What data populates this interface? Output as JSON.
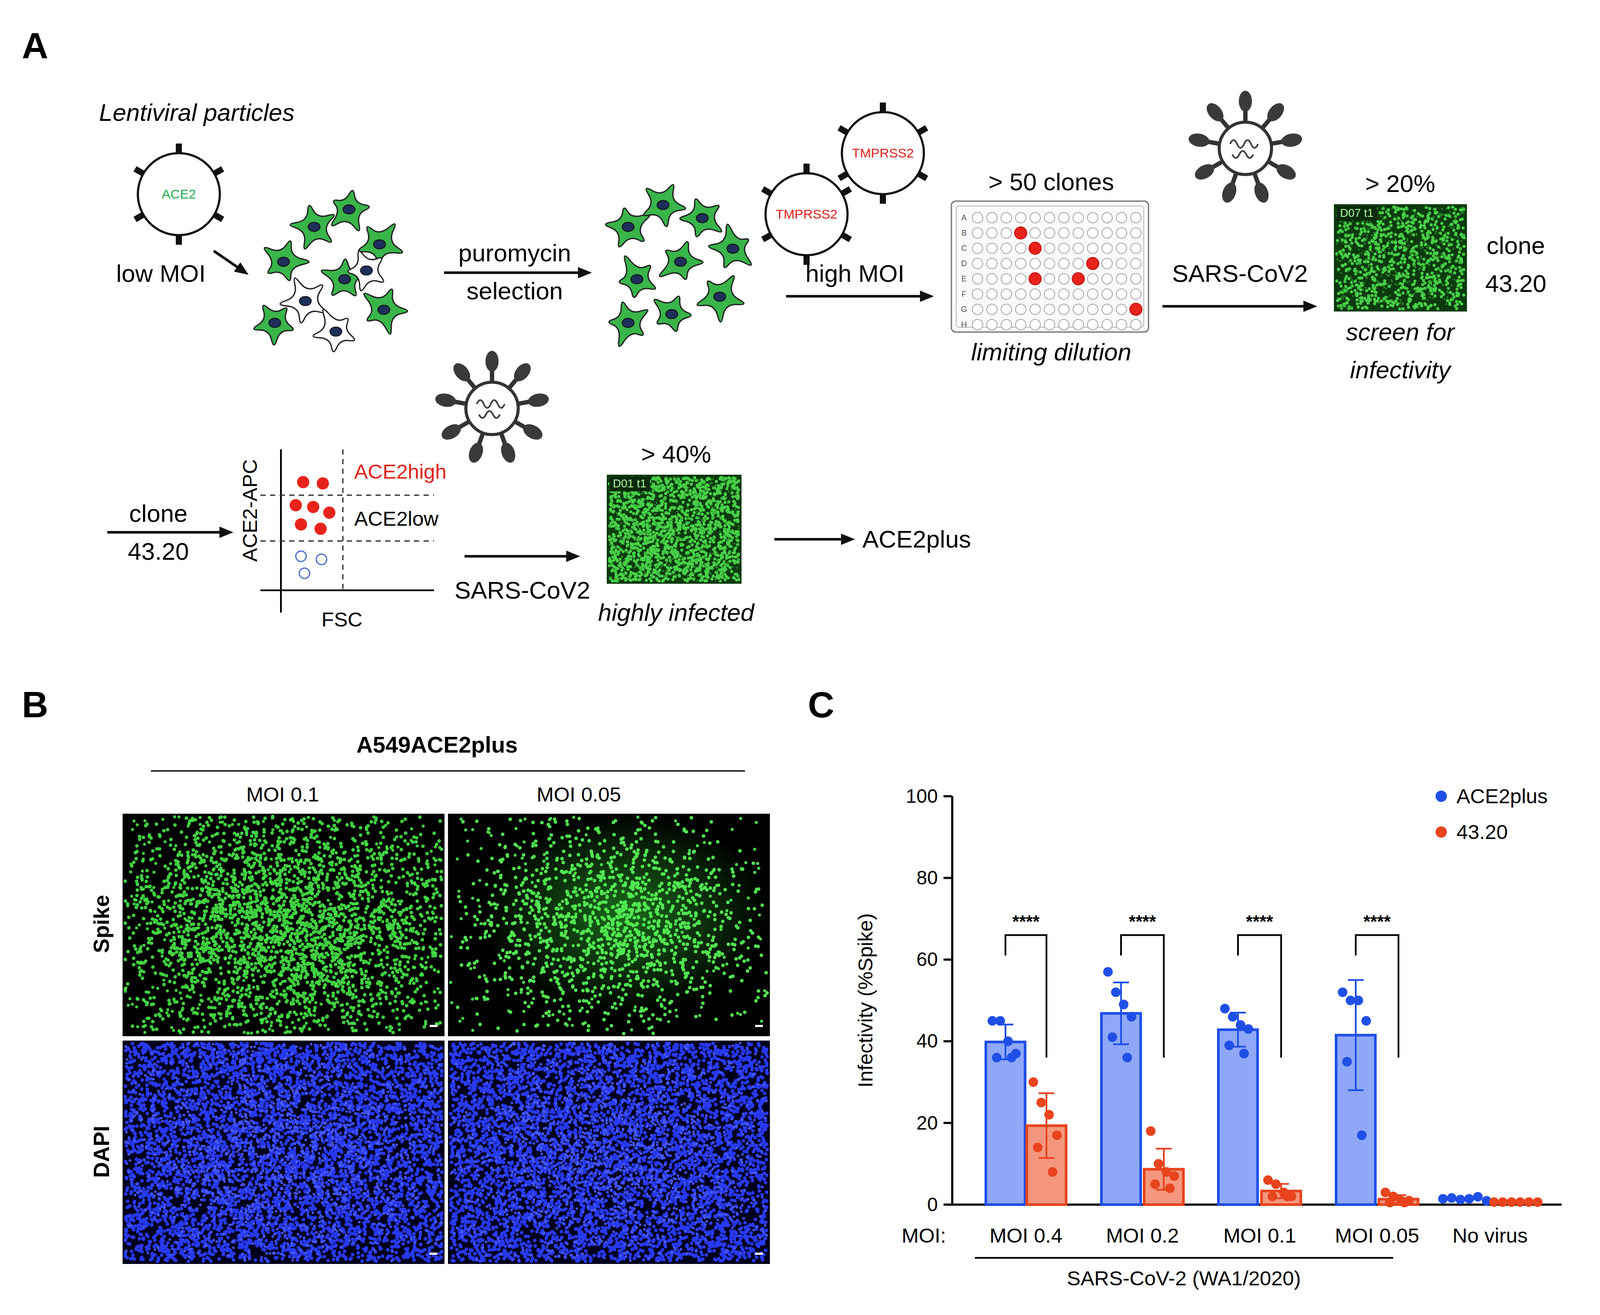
{
  "diagram": {
    "nodes": [
      {
        "text": [
          "ACE2"
        ]
      },
      {
        "text": [
          "TMPRSS2"
        ]
      },
      {
        "text": [
          "TMPRSS2"
        ]
      },
      {
        "text": [
          "> 50 clones",
          "limiting dilution"
        ]
      },
      {
        "text": [
          "> 20%",
          "D07 t1",
          "screen for infectivity"
        ]
      },
      {
        "text": [
          "ACE2high",
          "ACE2low"
        ]
      },
      {
        "text": [
          "> 40%",
          "D01 t1",
          "highly infected"
        ]
      }
    ],
    "edges": [
      {
        "from": 3,
        "to": 4,
        "arrow": "to",
        "label": "SARS-CoV2"
      },
      {
        "from": 5,
        "to": 6,
        "arrow": "to",
        "label": "SARS-CoV2"
      }
    ],
    "labels": [
      "A",
      "Lentiviral particles",
      "low MOI",
      "puromycin selection",
      "high MOI",
      "A",
      "B",
      "C",
      "D",
      "E",
      "F",
      "G",
      "H",
      "clone 43.20",
      "clone 43.20",
      "ACE2-APC",
      "FSC",
      "ACE2plus",
      "B",
      "A549ACE2plus",
      "MOI 0.1",
      "MOI 0.05",
      "Spike",
      "DAPI",
      "C",
      "100",
      "80",
      "60",
      "40",
      "20",
      "0",
      "Infectivity (%Spike)",
      "****",
      "****",
      "****",
      "****",
      "MOI:",
      "MOI 0.4",
      "MOI 0.2",
      "MOI 0.1",
      "MOI 0.05",
      "No virus",
      "SARS-CoV-2 (WA1/2020)"
    ],
    "legend": [
      {
        "text": "ACE2plus",
        "color": "#1f4fe6"
      },
      {
        "text": "43.20",
        "color": "#e8441e"
      }
    ]
  }
}
